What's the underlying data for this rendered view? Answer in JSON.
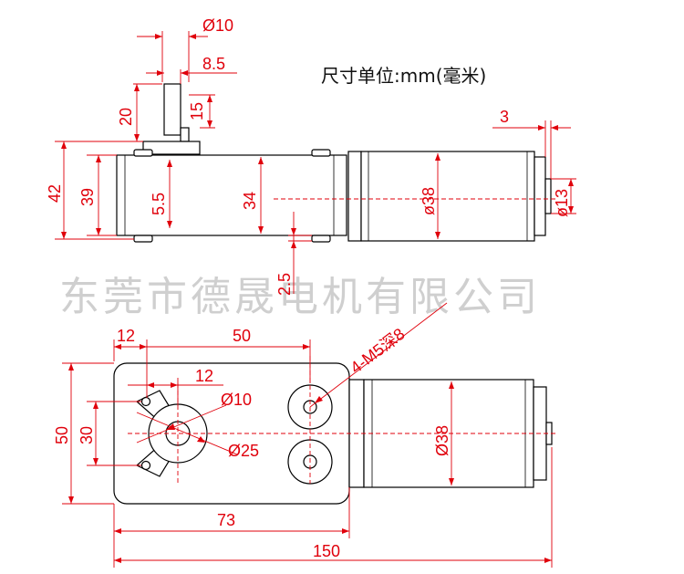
{
  "watermark": "东莞市德晟电机有限公司",
  "unit_note": "尺寸单位:mm(毫米)",
  "top_view": {
    "shaft_dia": "Ø10",
    "shaft_flat": "8.5",
    "shaft_len": "20",
    "flat_len": "15",
    "body_h1": "42",
    "body_h2": "39",
    "base_thk": "5.5",
    "gear_h": "34",
    "offset": "2.5",
    "motor_dia": "ø38",
    "end_len": "3",
    "end_dia": "ø13"
  },
  "bottom_view": {
    "hole_x": "12",
    "hole_span": "50",
    "hole_y": "12",
    "boss_dia": "Ø10",
    "boss_outer": "Ø25",
    "screw": "4-M5深8",
    "width": "50",
    "hole_pitch": "30",
    "motor_dia": "Ø38",
    "gearbox_len": "73",
    "total_len": "150"
  },
  "colors": {
    "dimension": "#e0000b",
    "outline": "#000000",
    "watermark": "#cfcfcf"
  }
}
